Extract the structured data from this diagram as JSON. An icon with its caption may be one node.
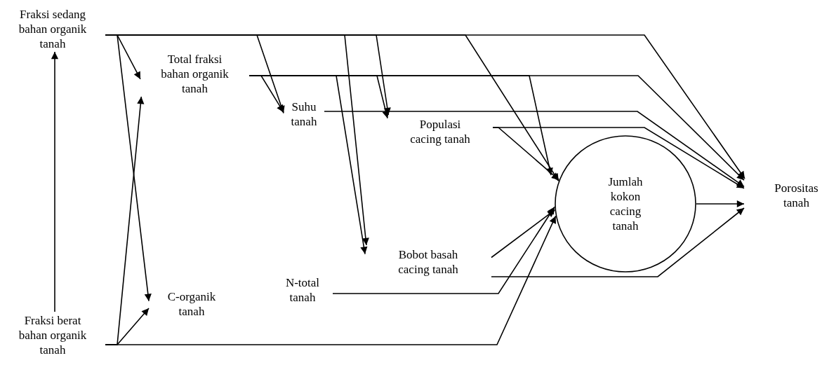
{
  "diagram": {
    "nodes": [
      {
        "text": [
          "Fraksi sedang bahan organik tanah"
        ]
      },
      {
        "text": [
          "Total fraksi bahan organik tanah"
        ]
      },
      {
        "text": [
          "Suhu tanah"
        ]
      },
      {
        "text": [
          "Populasi cacing tanah"
        ]
      },
      {
        "text": [
          "Bobot basah cacing tanah"
        ]
      },
      {
        "text": [
          "N-total tanah"
        ]
      },
      {
        "text": [
          "C-organik tanah"
        ]
      },
      {
        "text": [
          "Jumlah kokon cacing tanah"
        ]
      },
      {
        "text": [
          "Porositas tanah"
        ]
      },
      {
        "text": [
          "Fraksi berat bahan organik tanah"
        ]
      }
    ],
    "edges": [
      {
        "from": 9,
        "to": 0,
        "arrow": "to"
      },
      {
        "from": 0,
        "to": 1,
        "arrow": "to"
      },
      {
        "from": 0,
        "to": 6,
        "arrow": "to"
      },
      {
        "from": 0,
        "to": 2,
        "arrow": "to"
      },
      {
        "from": 0,
        "to": 4,
        "arrow": "to"
      },
      {
        "from": 0,
        "to": 3,
        "arrow": "to"
      },
      {
        "from": 0,
        "to": 7,
        "arrow": "to"
      },
      {
        "from": 0,
        "to": 8,
        "arrow": "to"
      },
      {
        "from": 1,
        "to": 2,
        "arrow": "to"
      },
      {
        "from": 1,
        "to": 4,
        "arrow": "to"
      },
      {
        "from": 1,
        "to": 3,
        "arrow": "to"
      },
      {
        "from": 1,
        "to": 7,
        "arrow": "to"
      },
      {
        "from": 1,
        "to": 8,
        "arrow": "to"
      },
      {
        "from": 2,
        "to": 8,
        "arrow": "to"
      },
      {
        "from": 3,
        "to": 7,
        "arrow": "to"
      },
      {
        "from": 3,
        "to": 8,
        "arrow": "to"
      },
      {
        "from": 4,
        "to": 7,
        "arrow": "to"
      },
      {
        "from": 4,
        "to": 8,
        "arrow": "to"
      },
      {
        "from": 5,
        "to": 7,
        "arrow": "to"
      },
      {
        "from": 9,
        "to": 7,
        "arrow": "to"
      },
      {
        "from": 9,
        "to": 1,
        "arrow": "to"
      },
      {
        "from": 9,
        "to": 6,
        "arrow": "to"
      },
      {
        "from": 7,
        "to": 8,
        "arrow": "to"
      }
    ]
  }
}
